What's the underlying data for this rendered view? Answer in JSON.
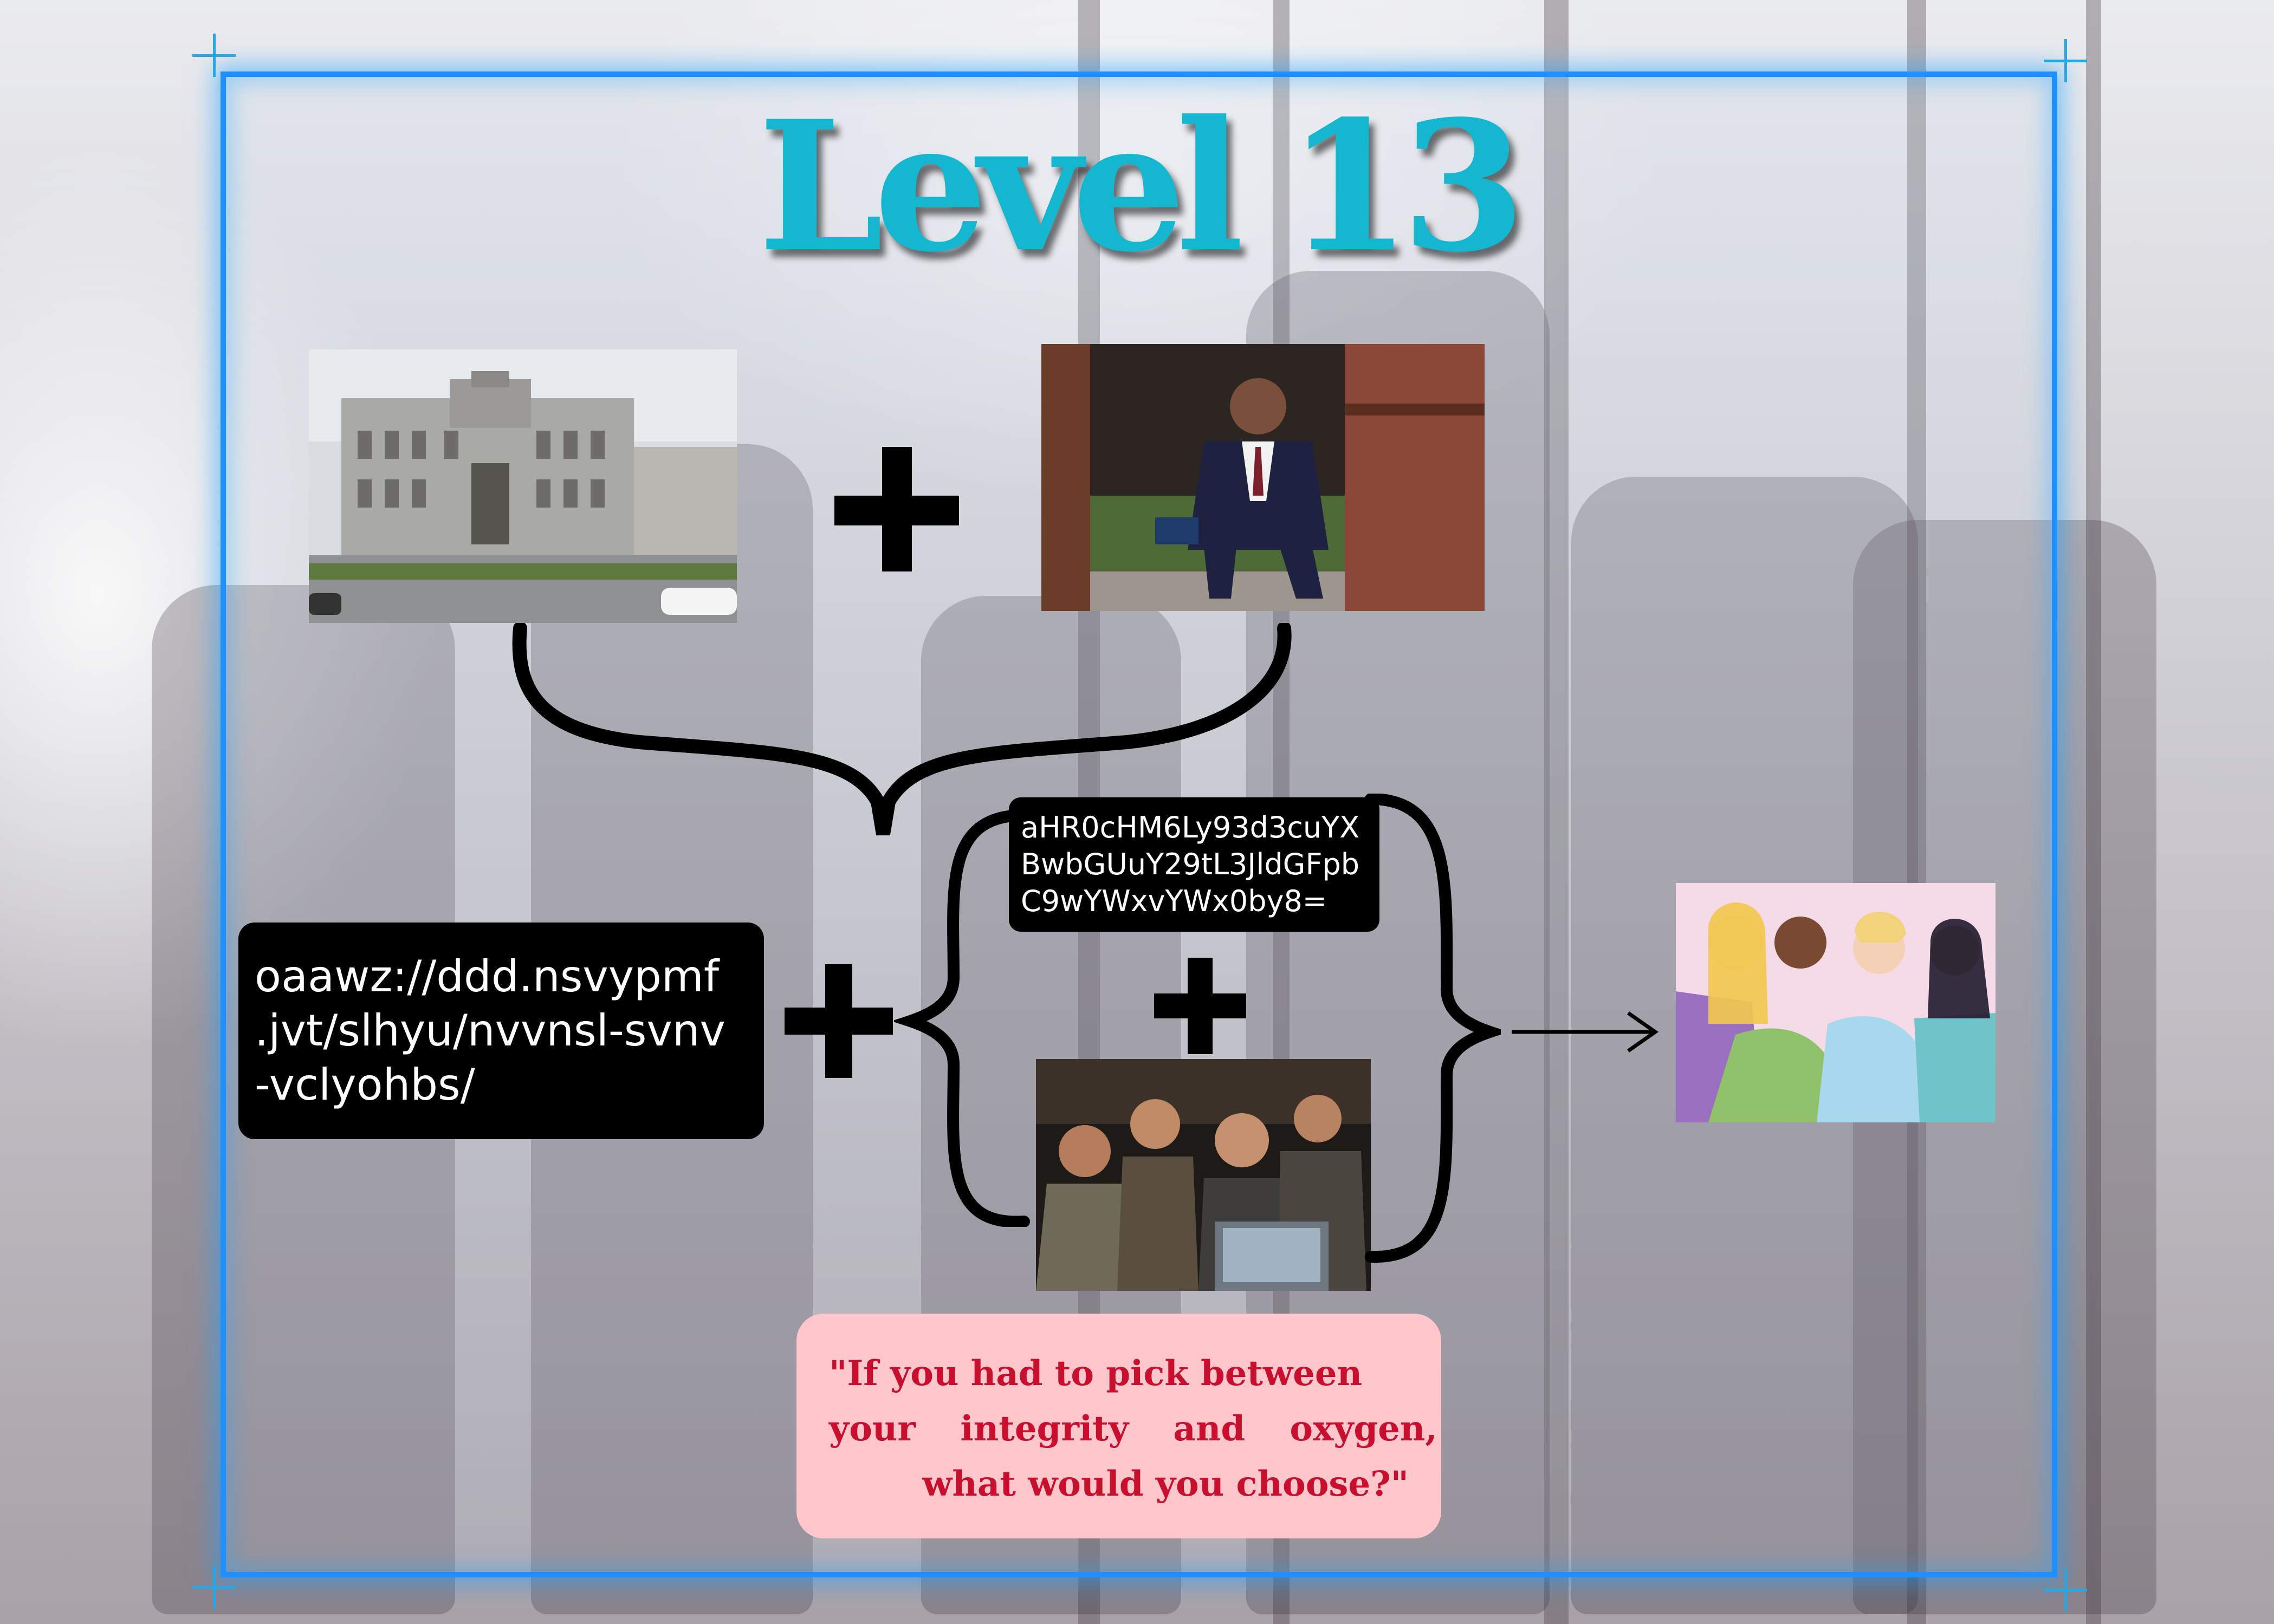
{
  "title": "Level 13",
  "operators": {
    "plus": "+",
    "arrow": "→"
  },
  "images": {
    "bank": "bank-building-photo",
    "official": "man-in-suit-photo",
    "movie": "people-at-computer-photo",
    "answer": "animated-princesses-photo"
  },
  "cipher_url": {
    "lines": [
      "oaawz://ddd.nsvypmf",
      ".jvt/slhyu/nvvnsl-svnv",
      "-vclyohbs/"
    ]
  },
  "base64_string": {
    "lines": [
      "aHR0cHM6Ly93d3cuYX",
      "BwbGUuY29tL3JldGFpb",
      "C9wYWxvYWx0by8="
    ]
  },
  "quote": {
    "lines": [
      "\"If you had to pick between",
      "your integrity and oxygen,",
      "what would you choose?\""
    ]
  },
  "colors": {
    "title": "#14b6d0",
    "frame": "#1e8fff",
    "quote_bg": "#ffc6cc",
    "quote_text": "#c8102e"
  }
}
